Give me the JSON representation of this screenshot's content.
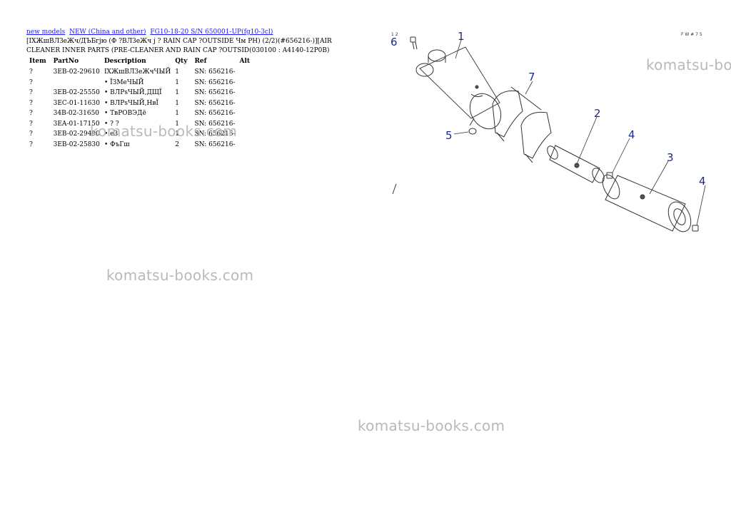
{
  "breadcrumb": {
    "links": [
      "new models",
      "NEW (China and other)",
      "FG10-18-20 S/N 650001-UP(fg10-3cl)"
    ]
  },
  "header_text": "[ІХЖшВЛЗеЖч/ДЪБгјю (Ф ?ВЛЗеЖч ј ? RAIN CAP ?OUTSIDE Чм РН) (2/2)(#656216-)][AIR CLEANER INNER PARTS (PRE-CLEANER AND RAIN CAP ?OUTSID(030100 : A4140-12P0B)",
  "table": {
    "headers": [
      "Item",
      "PartNo",
      "Description",
      "Qty",
      "Ref",
      "Alt"
    ],
    "rows": [
      {
        "item": "?",
        "partno": "3EB-02-29610",
        "description": "ІХЖшВЛЗеЖчЧЫЙ",
        "qty": "1",
        "ref": "SN: 656216-",
        "alt": ""
      },
      {
        "item": "?",
        "partno": "",
        "description": "• ЇЗМеЧЫЙ",
        "qty": "1",
        "ref": "SN: 656216-",
        "alt": ""
      },
      {
        "item": "?",
        "partno": "3EB-02-25550",
        "description": "• ВЛРsЧЫЙ,ДЩЇ",
        "qty": "1",
        "ref": "SN: 656216-",
        "alt": ""
      },
      {
        "item": "?",
        "partno": "3EC-01-11630",
        "description": "• ВЛРsЧЫЙ,НвЇ",
        "qty": "1",
        "ref": "SN: 656216-",
        "alt": ""
      },
      {
        "item": "?",
        "partno": "34B-02-31650",
        "description": "• ТвРОВЭДё",
        "qty": "1",
        "ref": "SN: 656216-",
        "alt": ""
      },
      {
        "item": "?",
        "partno": "3EA-01-17150",
        "description": "• ? ?",
        "qty": "1",
        "ref": "SN: 656216-",
        "alt": ""
      },
      {
        "item": "?",
        "partno": "3EB-02-29490",
        "description": "• еЗ",
        "qty": "1",
        "ref": "SN: 656216-",
        "alt": ""
      },
      {
        "item": "?",
        "partno": "3EB-02-25830",
        "description": "• ФъГш",
        "qty": "2",
        "ref": "SN: 656216-",
        "alt": ""
      }
    ]
  },
  "watermarks": [
    "komatsu-books.com",
    "komatsu-bo",
    "komatsu-books.com",
    "komatsu-books.com"
  ],
  "diagram": {
    "callouts": [
      "1",
      "2",
      "3",
      "4",
      "4",
      "5",
      "6",
      "7"
    ],
    "corner_code": "F W # 7 5",
    "small_label": "1 2"
  },
  "colors": {
    "link": "#1a1aee",
    "callout": "#1a2a8a",
    "watermark": "#b9b9b9"
  }
}
